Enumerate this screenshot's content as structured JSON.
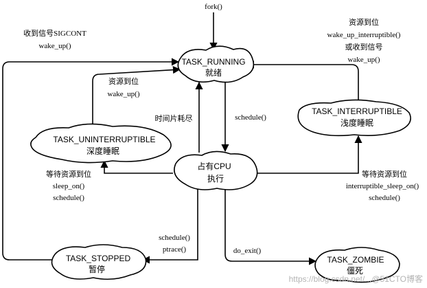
{
  "nodes": {
    "running": {
      "name": "TASK_RUNNING",
      "desc": "就绪"
    },
    "uninterruptible": {
      "name": "TASK_UNINTERRUPTIBLE",
      "desc": "深度睡眠"
    },
    "interruptible": {
      "name": "TASK_INTERRUPTIBLE",
      "desc": "浅度睡眠"
    },
    "cpu": {
      "name": "占有CPU",
      "desc": "执行"
    },
    "stopped": {
      "name": "TASK_STOPPED",
      "desc": "暂停"
    },
    "zombie": {
      "name": "TASK_ZOMBIE",
      "desc": "僵死"
    }
  },
  "edges": {
    "fork": {
      "label": "fork()"
    },
    "sigcont": {
      "lines": [
        "收到信号SIGCONT",
        "wake_up()"
      ]
    },
    "resource_ready": {
      "lines": [
        "资源到位",
        "wake_up()"
      ]
    },
    "interruptible_wake": {
      "lines": [
        "资源到位",
        "wake_up_interruptible()",
        "或收到信号",
        "wake_up()"
      ]
    },
    "timeslice": {
      "label": "时间片耗尽"
    },
    "schedule": {
      "label": "schedule()"
    },
    "wait_uninterruptible": {
      "lines": [
        "等待资源到位",
        "sleep_on()",
        "schedule()"
      ]
    },
    "wait_interruptible": {
      "lines": [
        "等待资源到位",
        "interruptible_sleep_on()",
        "schedule()"
      ]
    },
    "stop": {
      "lines": [
        "schedule()",
        "ptrace()"
      ]
    },
    "exit": {
      "label": "do_exit()"
    }
  },
  "watermark": "https://blog.csdn.net/...@51CTO博客"
}
